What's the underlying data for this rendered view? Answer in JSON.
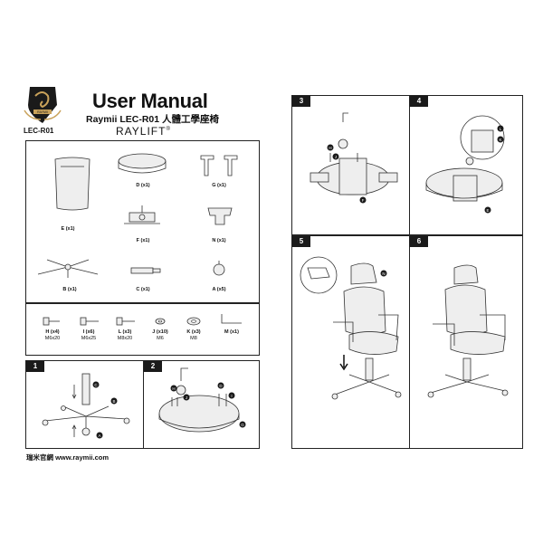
{
  "header": {
    "title": "User Manual",
    "subtitle": "Raymii LEC-R01 人體工學座椅",
    "brand": "RAYLIFT",
    "brand_mark": "®",
    "model_code": "LEC-R01",
    "logo_text": "RAYMII"
  },
  "parts": [
    {
      "label": "E (x1)"
    },
    {
      "label": "D (x1)"
    },
    {
      "label": "G (x1)"
    },
    {
      "label": "F (x1)"
    },
    {
      "label": "N (x1)"
    },
    {
      "label": "B (x1)"
    },
    {
      "label": "C (x1)"
    },
    {
      "label": "A (x5)"
    }
  ],
  "hardware": [
    {
      "label": "H (x4)",
      "size": "M6x20"
    },
    {
      "label": "I (x6)",
      "size": "M6x25"
    },
    {
      "label": "L (x3)",
      "size": "M8x20"
    },
    {
      "label": "J (x10)",
      "size": "M6"
    },
    {
      "label": "K (x3)",
      "size": "M8"
    },
    {
      "label": "M (x1)",
      "size": ""
    }
  ],
  "steps": [
    {
      "number": "1"
    },
    {
      "number": "2"
    },
    {
      "number": "3"
    },
    {
      "number": "4"
    },
    {
      "number": "5"
    },
    {
      "number": "6"
    }
  ],
  "callouts": {
    "step1": [
      "C",
      "B",
      "A"
    ],
    "step2": [
      "H",
      "J",
      "D",
      "I",
      "G"
    ],
    "step3": [
      "H",
      "J",
      "F"
    ],
    "step4": [
      "L",
      "K",
      "E"
    ],
    "step5": [
      "N"
    ]
  },
  "footer": {
    "text": "瑞米官網 www.raymii.com"
  },
  "colors": {
    "ink": "#1a1a1a",
    "logo_gold": "#c9a25a"
  }
}
